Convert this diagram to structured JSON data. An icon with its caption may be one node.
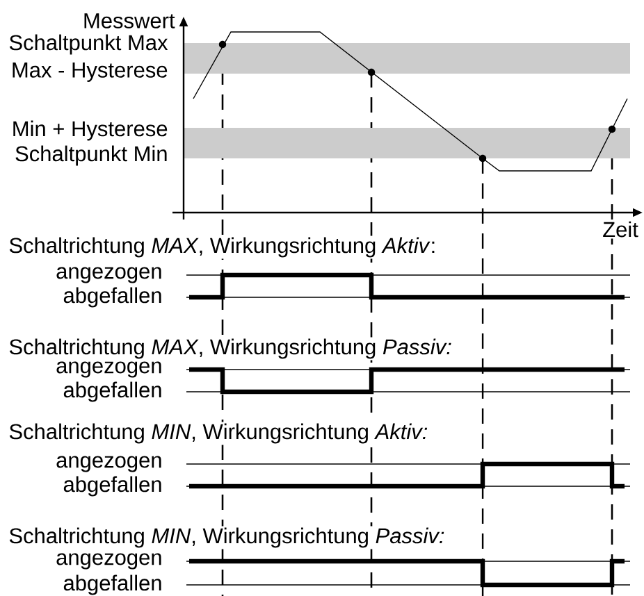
{
  "diagram": {
    "labels": [
      "Messwert",
      "Schaltpunkt Max",
      "Max - Hysterese",
      "Min + Hysterese",
      "Schaltpunkt Min",
      "Zeit",
      "Schaltrichtung *MAX*, Wirkungsrichtung *Aktiv*:",
      "angezogen",
      "abgefallen",
      "Schaltrichtung *MAX*, Wirkungsrichtung *Passiv:*",
      "angezogen",
      "abgefallen",
      "Schaltrichtung *MIN*, Wirkungsrichtung *Aktiv:*",
      "angezogen",
      "abgefallen",
      "Schaltrichtung *MIN*, Wirkungsrichtung *Passiv:*",
      "angezogen",
      "abgefallen"
    ]
  }
}
